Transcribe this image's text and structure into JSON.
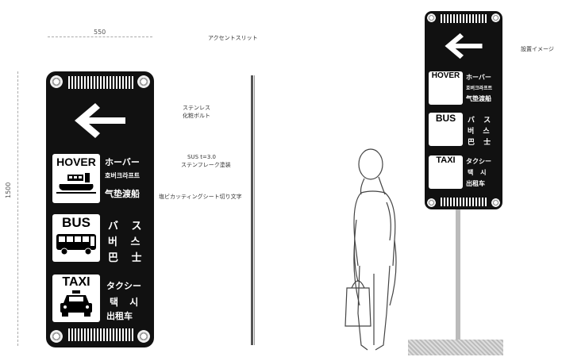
{
  "dimensions": {
    "width": "550",
    "height": "1500"
  },
  "annotations": {
    "accent_slit": "アクセントスリット",
    "bolt_1": "ステンレス",
    "bolt_2": "化粧ボルト",
    "material_1": "SUS t=3.0",
    "material_2": "ステンフレーク塗装",
    "text_spec": "塩ビカッティングシート切り文字",
    "installation": "設置イメージ"
  },
  "sign": {
    "arrow": "arrow-left-icon",
    "colors": {
      "panel": "#111111",
      "text": "#ffffff",
      "tile": "#ffffff"
    },
    "entries": [
      {
        "key": "hover",
        "label": "HOVER",
        "icon": "hovercraft-icon",
        "lines": [
          "ホーバー",
          "호버크라프트",
          "气垫渡船"
        ]
      },
      {
        "key": "bus",
        "label": "BUS",
        "icon": "bus-icon",
        "lines": [
          "バ ス",
          "버 스",
          "巴 士"
        ]
      },
      {
        "key": "taxi",
        "label": "TAXI",
        "icon": "taxi-icon",
        "lines": [
          "タクシー",
          "택 시",
          "出租车"
        ]
      }
    ]
  }
}
